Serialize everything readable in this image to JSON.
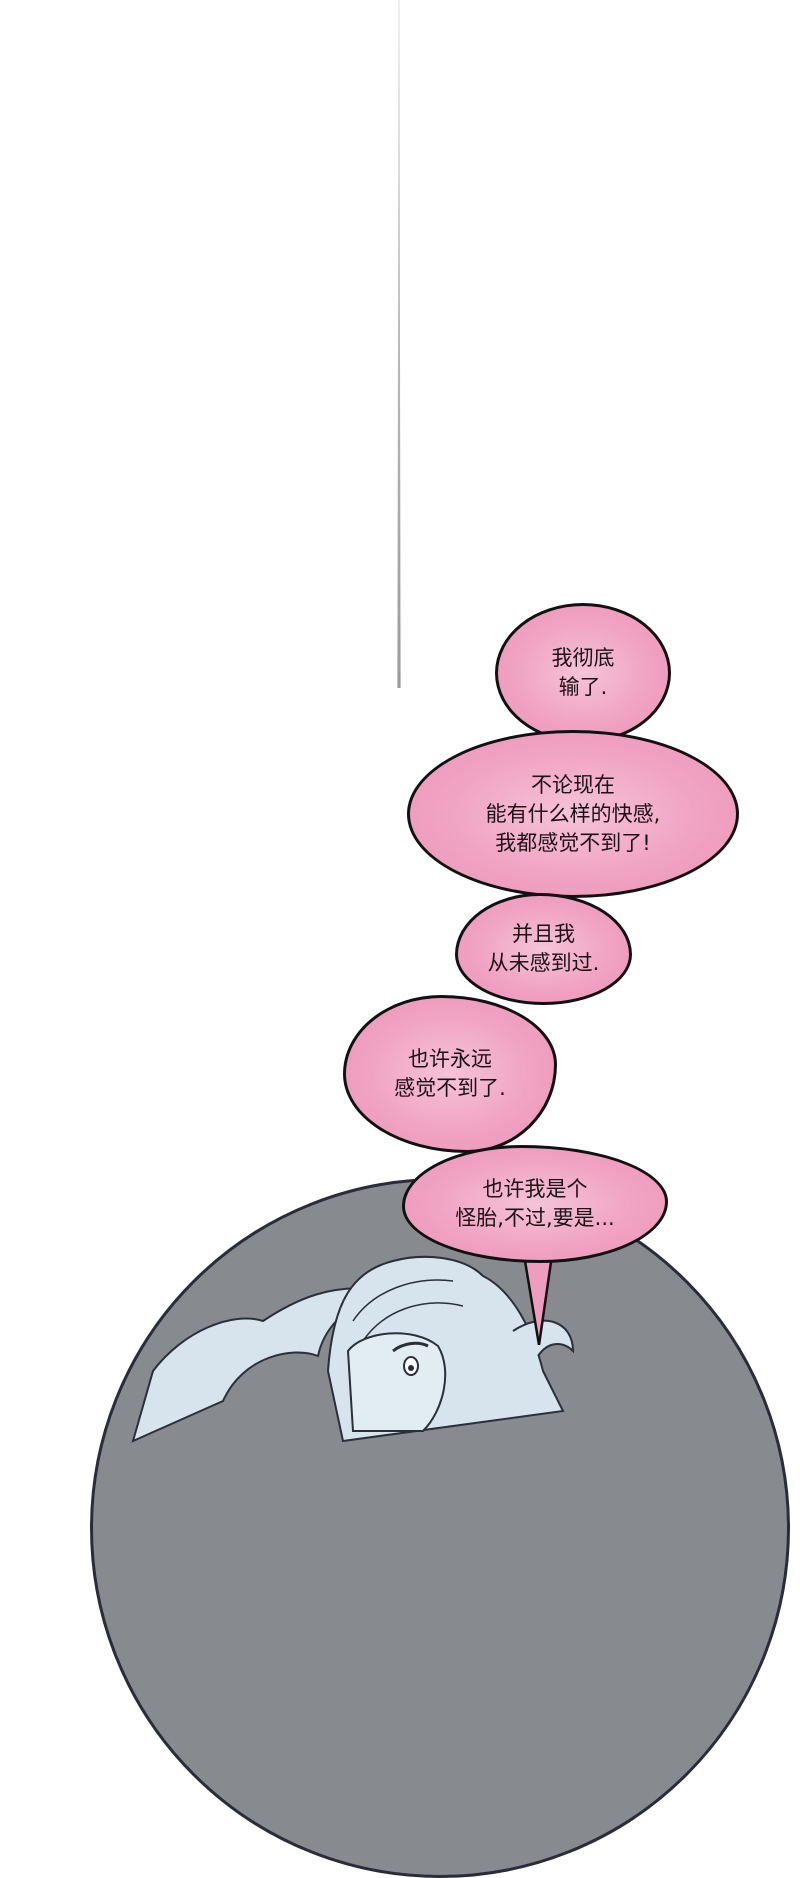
{
  "page": {
    "type": "webcomic panel",
    "background_color": "#ffffff",
    "bubble_color": "#f0a3c2",
    "circle_background_color": "#878a8e",
    "character_tint": "#d7e4ee"
  },
  "speech_bubbles": [
    {
      "id": 1,
      "lines": [
        "我彻底",
        "输了."
      ]
    },
    {
      "id": 2,
      "lines": [
        "不论现在",
        "能有什么样的快感,",
        "我都感觉不到了!"
      ]
    },
    {
      "id": 3,
      "lines": [
        "并且我",
        "从未感到过."
      ]
    },
    {
      "id": 4,
      "lines": [
        "也许永远",
        "感觉不到了."
      ]
    },
    {
      "id": 5,
      "lines": [
        "也许我是个",
        "怪胎,不过,要是..."
      ]
    }
  ],
  "artwork": {
    "speed_line": "vertical-speed-line",
    "inset_circle": "character-portrait-circle",
    "characters": [
      "long-haired-character-left",
      "surprised-character-right"
    ]
  }
}
